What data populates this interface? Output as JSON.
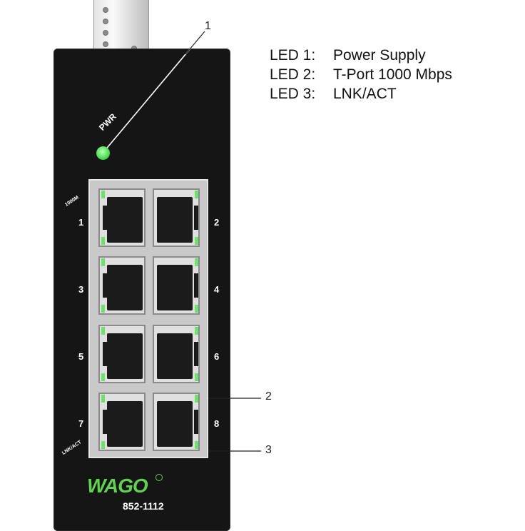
{
  "device": {
    "pwr_label": "PWR",
    "label_1000m": "1000M",
    "label_lnkact": "LNK/ACT",
    "brand": "WAGO",
    "model": "852-1112",
    "led_color": "#6fe06a",
    "housing_color": "#151515"
  },
  "ports": [
    "1",
    "2",
    "3",
    "4",
    "5",
    "6",
    "7",
    "8"
  ],
  "callouts": [
    "1",
    "2",
    "3"
  ],
  "legend": [
    {
      "key": "LED 1:",
      "value": "Power Supply"
    },
    {
      "key": "LED 2:",
      "value": "T-Port 1000 Mbps"
    },
    {
      "key": "LED 3:",
      "value": "LNK/ACT"
    }
  ]
}
